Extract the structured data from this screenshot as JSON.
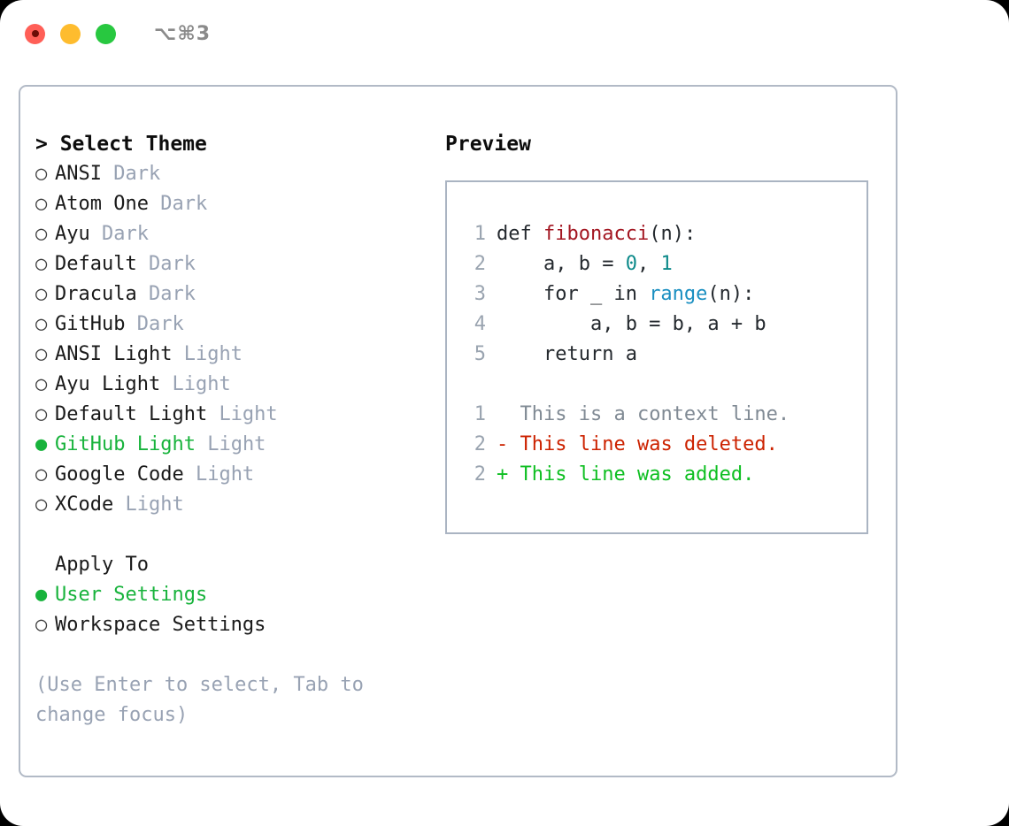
{
  "titlebar": {
    "shortcut": "⌥⌘3",
    "lights": [
      {
        "name": "close",
        "color": "#ff5f57"
      },
      {
        "name": "minimize",
        "color": "#febc2e"
      },
      {
        "name": "maximize",
        "color": "#28c840"
      }
    ]
  },
  "theme_section": {
    "header": "> Select Theme",
    "items": [
      {
        "bullet": "○",
        "name": "ANSI",
        "tag": "Dark",
        "selected": false
      },
      {
        "bullet": "○",
        "name": "Atom One",
        "tag": "Dark",
        "selected": false
      },
      {
        "bullet": "○",
        "name": "Ayu",
        "tag": "Dark",
        "selected": false
      },
      {
        "bullet": "○",
        "name": "Default",
        "tag": "Dark",
        "selected": false
      },
      {
        "bullet": "○",
        "name": "Dracula",
        "tag": "Dark",
        "selected": false
      },
      {
        "bullet": "○",
        "name": "GitHub",
        "tag": "Dark",
        "selected": false
      },
      {
        "bullet": "○",
        "name": "ANSI Light",
        "tag": "Light",
        "selected": false
      },
      {
        "bullet": "○",
        "name": "Ayu Light",
        "tag": "Light",
        "selected": false
      },
      {
        "bullet": "○",
        "name": "Default Light",
        "tag": "Light",
        "selected": false
      },
      {
        "bullet": "●",
        "name": "GitHub Light",
        "tag": "Light",
        "selected": true
      },
      {
        "bullet": "○",
        "name": "Google Code",
        "tag": "Light",
        "selected": false
      },
      {
        "bullet": "○",
        "name": "XCode",
        "tag": "Light",
        "selected": false
      }
    ]
  },
  "apply_section": {
    "header": "Apply To",
    "items": [
      {
        "bullet": "●",
        "name": "User Settings",
        "selected": true
      },
      {
        "bullet": "○",
        "name": "Workspace Settings",
        "selected": false
      }
    ]
  },
  "hint": "(Use Enter to select, Tab to change focus)",
  "preview": {
    "header": "Preview",
    "code_lines": [
      {
        "num": "1",
        "tokens": [
          {
            "t": "def ",
            "c": "plain"
          },
          {
            "t": "fibonacci",
            "c": "func"
          },
          {
            "t": "(n):",
            "c": "plain"
          }
        ]
      },
      {
        "num": "2",
        "tokens": [
          {
            "t": "    a, b = ",
            "c": "plain"
          },
          {
            "t": "0",
            "c": "num"
          },
          {
            "t": ", ",
            "c": "plain"
          },
          {
            "t": "1",
            "c": "num"
          }
        ]
      },
      {
        "num": "3",
        "tokens": [
          {
            "t": "    for _ in ",
            "c": "plain"
          },
          {
            "t": "range",
            "c": "builtin"
          },
          {
            "t": "(n):",
            "c": "plain"
          }
        ]
      },
      {
        "num": "4",
        "tokens": [
          {
            "t": "        a, b = b, a + b",
            "c": "plain"
          }
        ]
      },
      {
        "num": "5",
        "tokens": [
          {
            "t": "    return a",
            "c": "plain"
          }
        ]
      }
    ],
    "diff_lines": [
      {
        "num": "1",
        "marker": "  ",
        "text": "This is a context line.",
        "kind": "ctx"
      },
      {
        "num": "2",
        "marker": "- ",
        "text": "This line was deleted.",
        "kind": "del"
      },
      {
        "num": "2",
        "marker": "+ ",
        "text": "This line was added.",
        "kind": "add"
      }
    ]
  },
  "colors": {
    "accent_green": "#18b33c",
    "tag_gray": "#98a2b3",
    "border": "#b2bac6",
    "func_red": "#a31621",
    "builtin_blue": "#1a8fc1",
    "number_teal": "#0d8a8a",
    "diff_del": "#cc2200",
    "diff_add": "#0fbf22"
  }
}
